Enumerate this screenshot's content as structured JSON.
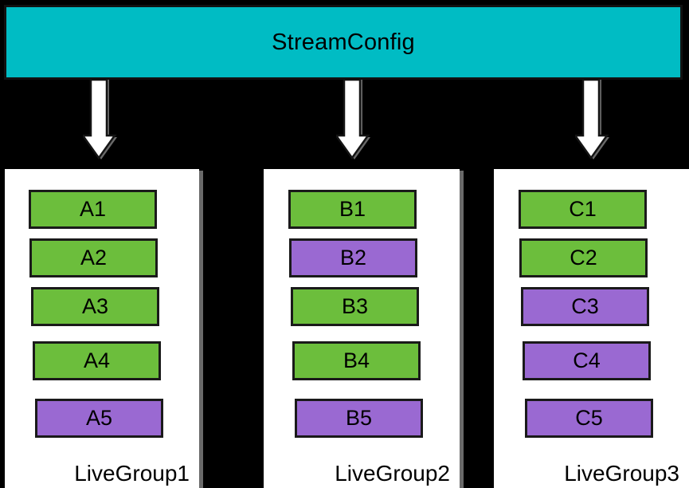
{
  "diagram": {
    "title_box": {
      "label": "StreamConfig",
      "fill_color": "#00BCC4",
      "border_color": "#111111"
    },
    "colors": {
      "background": "#000000",
      "panel": "#FFFFFF",
      "green": "#6CBE3C",
      "purple": "#9A69D2",
      "teal": "#00BCC4",
      "outline": "#1A1A1A",
      "shadow": "#6A6A6A",
      "arrow_fill": "#FFFFFF"
    },
    "arrows": [
      {
        "name": "arrow-to-livegroup1",
        "from": "StreamConfig",
        "to": "LiveGroup1"
      },
      {
        "name": "arrow-to-livegroup2",
        "from": "StreamConfig",
        "to": "LiveGroup2"
      },
      {
        "name": "arrow-to-livegroup3",
        "from": "StreamConfig",
        "to": "LiveGroup3"
      }
    ],
    "groups": [
      {
        "caption": "LiveGroup1",
        "items": [
          {
            "label": "A1",
            "color": "green"
          },
          {
            "label": "A2",
            "color": "green"
          },
          {
            "label": "A3",
            "color": "green"
          },
          {
            "label": "A4",
            "color": "green"
          },
          {
            "label": "A5",
            "color": "purple"
          }
        ]
      },
      {
        "caption": "LiveGroup2",
        "items": [
          {
            "label": "B1",
            "color": "green"
          },
          {
            "label": "B2",
            "color": "purple"
          },
          {
            "label": "B3",
            "color": "green"
          },
          {
            "label": "B4",
            "color": "green"
          },
          {
            "label": "B5",
            "color": "purple"
          }
        ]
      },
      {
        "caption": "LiveGroup3",
        "items": [
          {
            "label": "C1",
            "color": "green"
          },
          {
            "label": "C2",
            "color": "green"
          },
          {
            "label": "C3",
            "color": "purple"
          },
          {
            "label": "C4",
            "color": "purple"
          },
          {
            "label": "C5",
            "color": "purple"
          }
        ]
      }
    ]
  }
}
